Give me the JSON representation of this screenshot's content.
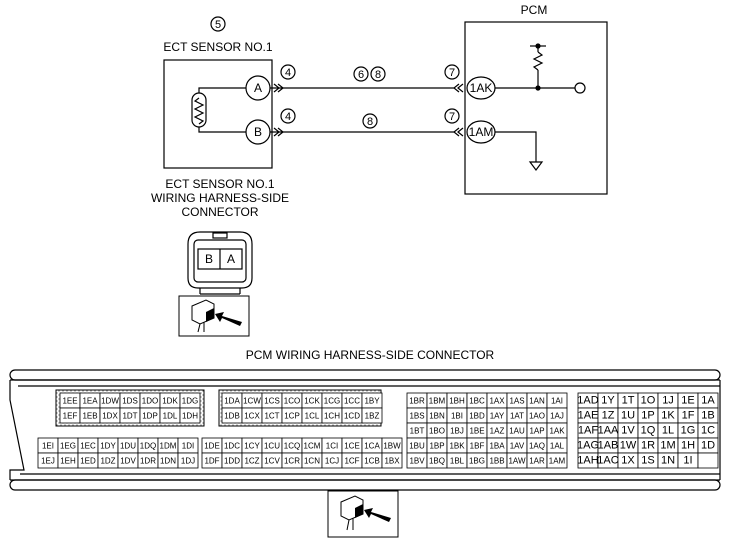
{
  "upper": {
    "pcm_label": "PCM",
    "sensor_callout": "5",
    "sensor_label": "ECT SENSOR NO.1",
    "terminal_a": "A",
    "terminal_b": "B",
    "pcm_terminal_ak": "1AK",
    "pcm_terminal_am": "1AM",
    "wire_a_callout_left": "4",
    "wire_a_callout_mid_1": "6",
    "wire_a_callout_mid_2": "8",
    "wire_a_callout_right": "7",
    "wire_b_callout_left": "4",
    "wire_b_callout_mid": "8",
    "wire_b_callout_right": "7",
    "harness_label_line1": "ECT SENSOR NO.1",
    "harness_label_line2": "WIRING HARNESS-SIDE",
    "harness_label_line3": "CONNECTOR",
    "connector_pin_b": "B",
    "connector_pin_a": "A"
  },
  "pcm_connector": {
    "title": "PCM WIRING HARNESS-SIDE CONNECTOR",
    "group1_top": [
      [
        "1EE",
        "1EA",
        "1DW",
        "1DS",
        "1DO",
        "1DK",
        "1DG"
      ],
      [
        "1EF",
        "1EB",
        "1DX",
        "1DT",
        "1DP",
        "1DL",
        "1DH"
      ]
    ],
    "group1_bottom": [
      [
        "1EI",
        "1EG",
        "1EC",
        "1DY",
        "1DU",
        "1DQ",
        "1DM",
        "1DI"
      ],
      [
        "1EJ",
        "1EH",
        "1ED",
        "1DZ",
        "1DV",
        "1DR",
        "1DN",
        "1DJ"
      ]
    ],
    "group2_top": [
      [
        "1DA",
        "1CW",
        "1CS",
        "1CO",
        "1CK",
        "1CG",
        "1CC",
        "1BY"
      ],
      [
        "1DB",
        "1CX",
        "1CT",
        "1CP",
        "1CL",
        "1CH",
        "1CD",
        "1BZ"
      ]
    ],
    "group2_bottom": [
      [
        "1DE",
        "1DC",
        "1CY",
        "1CU",
        "1CQ",
        "1CM",
        "1CI",
        "1CE",
        "1CA",
        "1BW"
      ],
      [
        "1DF",
        "1DD",
        "1CZ",
        "1CV",
        "1CR",
        "1CN",
        "1CJ",
        "1CF",
        "1CB",
        "1BX"
      ]
    ],
    "group3": [
      [
        "1BR",
        "1BM",
        "1BH",
        "1BC",
        "1AX",
        "1AS",
        "1AN",
        "1AI"
      ],
      [
        "1BS",
        "1BN",
        "1BI",
        "1BD",
        "1AY",
        "1AT",
        "1AO",
        "1AJ"
      ],
      [
        "1BT",
        "1BO",
        "1BJ",
        "1BE",
        "1AZ",
        "1AU",
        "1AP",
        "1AK"
      ],
      [
        "1BU",
        "1BP",
        "1BK",
        "1BF",
        "1BA",
        "1AV",
        "1AQ",
        "1AL"
      ],
      [
        "1BV",
        "1BQ",
        "1BL",
        "1BG",
        "1BB",
        "1AW",
        "1AR",
        "1AM"
      ]
    ],
    "group4": [
      [
        "1AD",
        "1Y",
        "1T",
        "1O",
        "1J",
        "1E",
        "1A"
      ],
      [
        "1AE",
        "1Z",
        "1U",
        "1P",
        "1K",
        "1F",
        "1B"
      ],
      [
        "1AF",
        "1AA",
        "1V",
        "1Q",
        "1L",
        "1G",
        "1C"
      ],
      [
        "1AG",
        "1AB",
        "1W",
        "1R",
        "1M",
        "1H",
        "1D"
      ],
      [
        "1AH",
        "1AC",
        "1X",
        "1S",
        "1N",
        "1I",
        ""
      ]
    ]
  }
}
